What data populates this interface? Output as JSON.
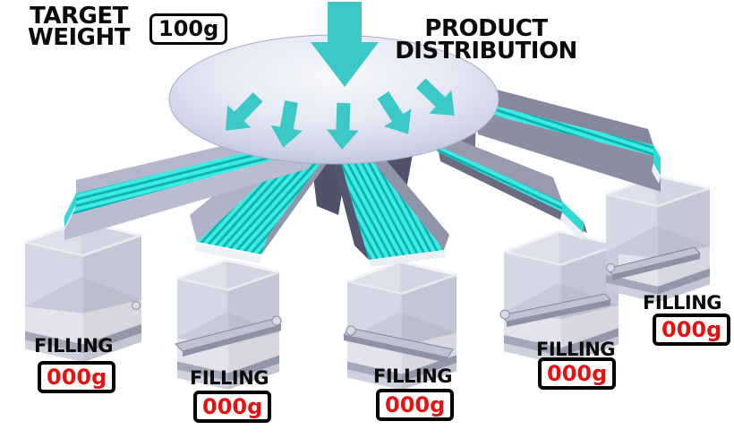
{
  "header": {
    "target_weight": {
      "line1": "TARGET",
      "line2": "WEIGHT",
      "value": "100g"
    },
    "product_distribution": {
      "line1": "PRODUCT",
      "line2": "DISTRIBUTION"
    }
  },
  "stations": [
    {
      "label": "FILLING",
      "value": "000g"
    },
    {
      "label": "FILLING",
      "value": "000g"
    },
    {
      "label": "FILLING",
      "value": "000g"
    },
    {
      "label": "FILLING",
      "value": "000g"
    },
    {
      "label": "FILLING",
      "value": "000g"
    }
  ],
  "colors": {
    "product_cyan": "#3cc8c6",
    "product_stripe_bright": "#3deae4",
    "product_stripe_dark": "#0cb2b0",
    "product_end_face": "#2fd8d4",
    "value_red": "#e61212",
    "label_black": "#0b0b0b"
  },
  "icons": {
    "infeed": "arrow-down-icon",
    "spread": "arrow-outward-icon"
  }
}
